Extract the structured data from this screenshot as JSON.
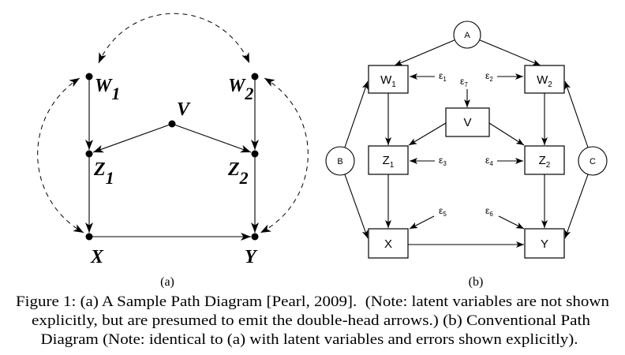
{
  "panel_a": {
    "label": "(a)",
    "nodes": {
      "w1": {
        "letter": "W",
        "sub": "1"
      },
      "w2": {
        "letter": "W",
        "sub": "2"
      },
      "v": {
        "letter": "V"
      },
      "z1": {
        "letter": "Z",
        "sub": "1"
      },
      "z2": {
        "letter": "Z",
        "sub": "2"
      },
      "x": {
        "letter": "X"
      },
      "y": {
        "letter": "Y"
      }
    }
  },
  "panel_b": {
    "label": "(b)",
    "latents": {
      "a": "A",
      "b": "B",
      "c": "C"
    },
    "nodes": {
      "w1": {
        "letter": "W",
        "sub": "1"
      },
      "w2": {
        "letter": "W",
        "sub": "2"
      },
      "v": {
        "letter": "V"
      },
      "z1": {
        "letter": "Z",
        "sub": "1"
      },
      "z2": {
        "letter": "Z",
        "sub": "2"
      },
      "x": {
        "letter": "X"
      },
      "y": {
        "letter": "Y"
      }
    },
    "errors": {
      "e1": {
        "symbol": "ε",
        "sub": "1"
      },
      "e2": {
        "symbol": "ε",
        "sub": "2"
      },
      "e3": {
        "symbol": "ε",
        "sub": "3"
      },
      "e4": {
        "symbol": "ε",
        "sub": "4"
      },
      "e5": {
        "symbol": "ε",
        "sub": "5"
      },
      "e6": {
        "symbol": "ε",
        "sub": "6"
      },
      "e7": {
        "symbol": "ε",
        "sub": "7"
      }
    }
  },
  "caption": {
    "lines": [
      "Figure 1: (a) A Sample Path Diagram [Pearl, 2009].  (Note: latent variables are not shown",
      "explicitly, but are presumed to emit the double-head arrows.) (b) Conventional Path",
      "Diagram (Note: identical to (a) with latent variables and errors shown explicitly)."
    ]
  },
  "colors": {
    "ink": "#000000",
    "background": "#ffffff"
  }
}
